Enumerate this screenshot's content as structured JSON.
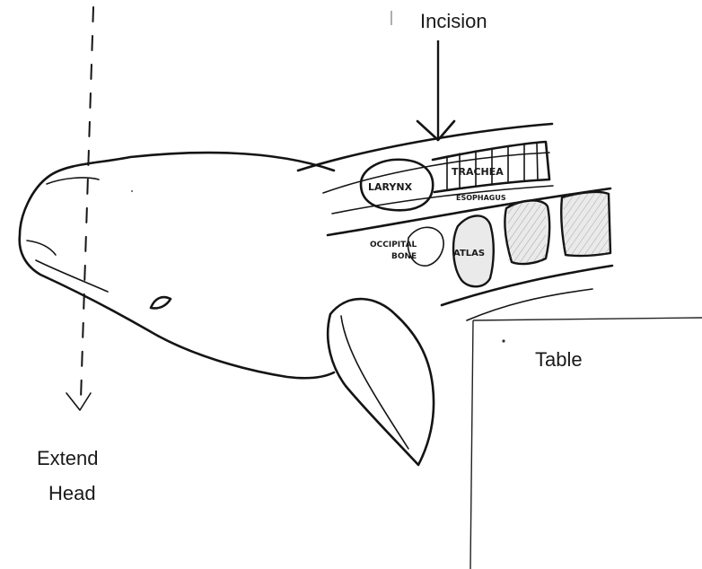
{
  "labels": {
    "incision": "Incision",
    "table": "Table",
    "extend_line1": "Extend",
    "extend_line2": "Head"
  },
  "handwritten": {
    "larynx": "LARYNX",
    "trachea": "TRACHEA",
    "esophagus": "ESOPHAGUS",
    "occipital_line1": "OCCIPITAL",
    "occipital_line2": "BONE",
    "atlas": "ATLAS"
  },
  "colors": {
    "ink": "#141414",
    "background": "#ffffff"
  }
}
